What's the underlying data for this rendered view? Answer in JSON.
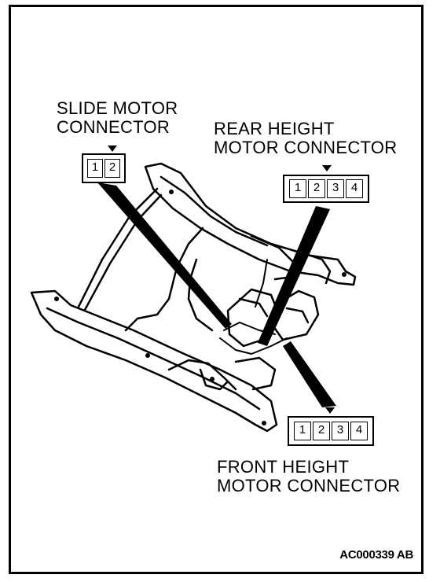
{
  "labels": {
    "slide_line1": "SLIDE MOTOR",
    "slide_line2": "CONNECTOR",
    "rear_line1": "REAR HEIGHT",
    "rear_line2": "MOTOR CONNECTOR",
    "front_line1": "FRONT HEIGHT",
    "front_line2": "MOTOR CONNECTOR"
  },
  "connectors": {
    "slide": [
      "1",
      "2"
    ],
    "rear": [
      "1",
      "2",
      "3",
      "4"
    ],
    "front": [
      "1",
      "2",
      "3",
      "4"
    ]
  },
  "figure_code": "AC000339 AB",
  "colors": {
    "ink": "#000000",
    "paper": "#ffffff"
  }
}
